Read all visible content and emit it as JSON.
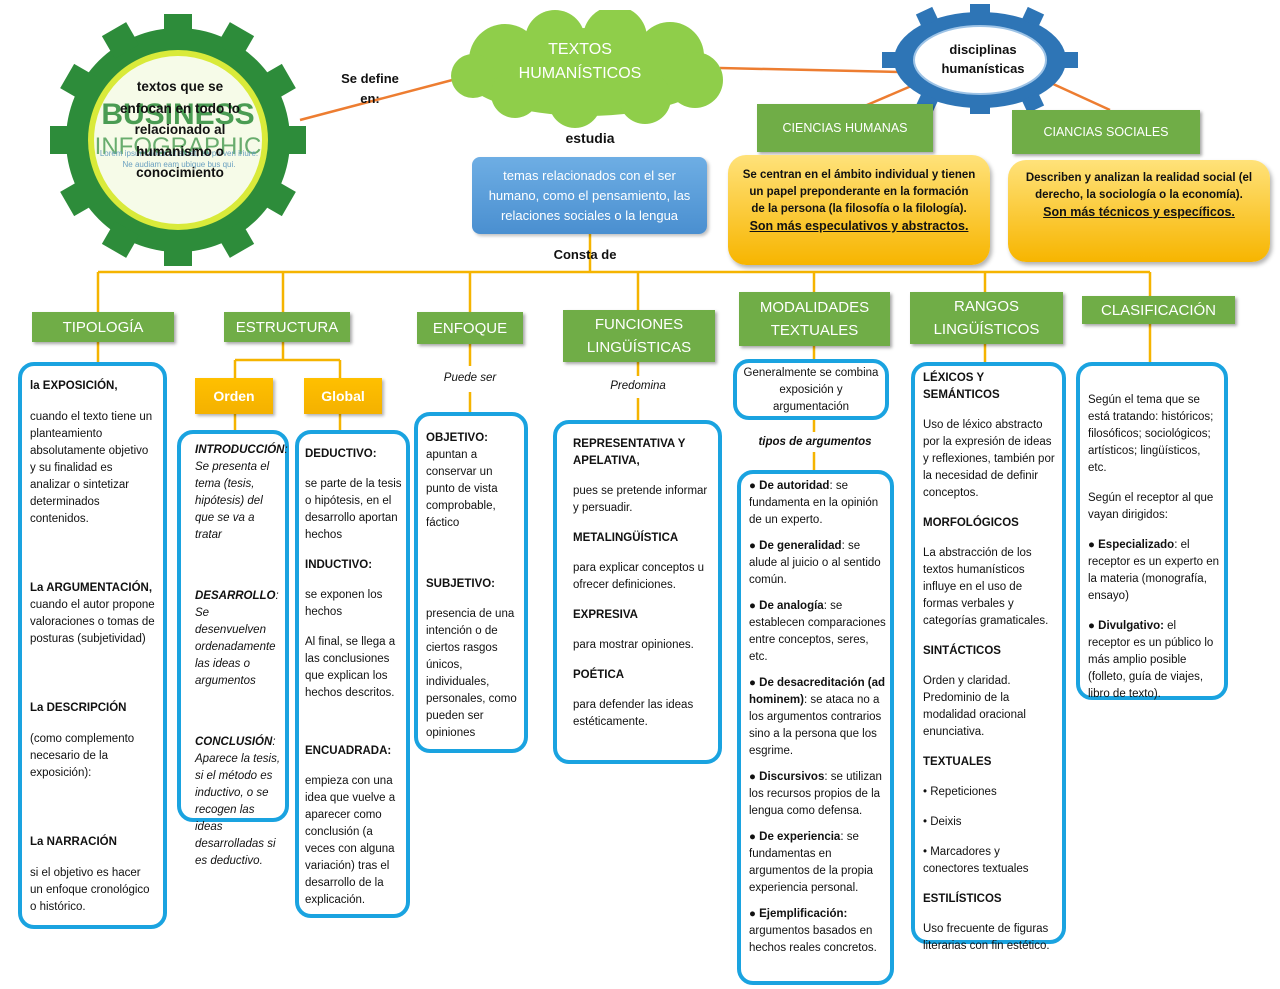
{
  "center": {
    "title": "TEXTOS HUMANÍSTICOS"
  },
  "links": {
    "se_define": "Se define en:",
    "estudia": "estudia",
    "consta_de": "Consta de",
    "puede_ser": "Puede ser",
    "predomina": "Predomina",
    "tipos_argumentos": "tipos de argumentos"
  },
  "definition": "textos que se enfocan en todo lo relacionado al humanismo o conocimiento",
  "logo": {
    "line1": "BUSINESS",
    "line2": "INFOGRAPHIC",
    "lorem": "Lorem ipsum dolor sit amet, ea pri veri iriure. Ne audiam eam ubique bus qui."
  },
  "studies": "temas relacionados con el ser humano, como el pensamiento, las relaciones sociales o la lengua",
  "disciplines": {
    "title": "disciplinas humanísticas",
    "humanas": {
      "label": "CIENCIAS HUMANAS",
      "text": "Se centran en el ámbito individual y tienen un papel preponderante en la formación de la persona (la filosofía o la filología).",
      "emph": "Son más especulativos y abstractos."
    },
    "sociales": {
      "label": "CIANCIAS SOCIALES",
      "text": "Describen y analizan la realidad social (el derecho, la sociología o la economía).",
      "emph": "Son más técnicos y específicos."
    }
  },
  "headers": {
    "tipologia": "TIPOLOGÍA",
    "estructura": "ESTRUCTURA",
    "enfoque": "ENFOQUE",
    "funciones": "FUNCIONES LINGÜÍSTICAS",
    "modalidades": "MODALIDADES TEXTUALES",
    "rangos": "RANGOS LINGÜÍSTICOS",
    "clasificacion": "CLASIFICACIÓN"
  },
  "tipologia": [
    {
      "title": "la EXPOSICIÓN,",
      "text": "cuando el texto tiene un planteamiento absolutamente objetivo y su finalidad es analizar o sintetizar determinados contenidos."
    },
    {
      "title": "La ARGUMENTACIÓN,",
      "text": "cuando el autor propone valoraciones o tomas de posturas (subjetividad)"
    },
    {
      "title": "La DESCRIPCIÓN",
      "text": "(como complemento necesario de la exposición):"
    },
    {
      "title": "La NARRACIÓN",
      "text": "si el objetivo es hacer un enfoque cronológico o histórico."
    }
  ],
  "estructura": {
    "orden_label": "Orden",
    "global_label": "Global",
    "orden": [
      {
        "title": "INTRODUCCIÓN",
        "text": ": Se presenta el tema (tesis, hipótesis) del que se va a tratar"
      },
      {
        "title": "DESARROLLO",
        "text": ": Se desenvuelven ordenadamente las ideas o argumentos"
      },
      {
        "title": "CONCLUSIÓN",
        "text": ": Aparece la tesis, si el método es inductivo, o se recogen las ideas desarrolladas si es deductivo."
      }
    ],
    "global": [
      {
        "title": "DEDUCTIVO:",
        "text": "se parte de la tesis o hipótesis, en el desarrollo aportan hechos"
      },
      {
        "title": "INDUCTIVO:",
        "text": "se exponen los hechos"
      },
      {
        "title": "",
        "text": "Al final, se llega a las conclusiones que explican los hechos descritos."
      },
      {
        "title": "ENCUADRADA:",
        "text": "empieza con una idea que vuelve a aparecer como conclusión (a veces con alguna variación) tras el desarrollo de la explicación."
      }
    ]
  },
  "enfoque": [
    {
      "title": "OBJETIVO:",
      "text": "apuntan a conservar un punto de vista comprobable, fáctico"
    },
    {
      "title": "SUBJETIVO:",
      "text": "presencia de una intención o de ciertos rasgos únicos, individuales, personales, como pueden ser opiniones"
    }
  ],
  "funciones": [
    {
      "title": "REPRESENTATIVA Y APELATIVA,",
      "text": "pues se pretende informar y persuadir."
    },
    {
      "title": "METALINGÜÍSTICA",
      "text": "para explicar conceptos u ofrecer definiciones."
    },
    {
      "title": "EXPRESIVA",
      "text": "para mostrar opiniones."
    },
    {
      "title": "POÉTICA",
      "text": "para defender las ideas estéticamente."
    }
  ],
  "modalidades": {
    "intro": "Generalmente se combina exposición y argumentación",
    "items": [
      {
        "title": "● De autoridad",
        "text": ": se fundamenta en la opinión de un experto."
      },
      {
        "title": "● De generalidad",
        "text": ": se alude al juicio o al sentido común."
      },
      {
        "title": "● De analogía",
        "text": ": se establecen comparaciones entre conceptos, seres, etc."
      },
      {
        "title": "● De desacreditación (ad hominem)",
        "text": ": se ataca no a los argumentos contrarios sino a la persona que los esgrime."
      },
      {
        "title": "● Discursivos",
        "text": ": se utilizan los recursos propios de la lengua como defensa."
      },
      {
        "title": "● De experiencia",
        "text": ": se fundamentas en argumentos de la propia experiencia personal."
      },
      {
        "title": "● Ejemplificación:",
        "text": " argumentos basados en hechos reales concretos."
      }
    ]
  },
  "rangos": [
    {
      "title": "LÉXICOS Y SEMÁNTICOS",
      "text": "Uso de léxico abstracto por la expresión de ideas y reflexiones, también por la necesidad de definir conceptos."
    },
    {
      "title": "MORFOLÓGICOS",
      "text": "La abstracción de los textos humanísticos influye en el uso de formas verbales y categorías gramaticales."
    },
    {
      "title": "SINTÁCTICOS",
      "text": "Orden y claridad. Predominio de la modalidad oracional enunciativa."
    },
    {
      "title": "TEXTUALES",
      "text": "• Repeticiones"
    },
    {
      "title": "",
      "text": "• Deixis"
    },
    {
      "title": "",
      "text": "• Marcadores y conectores textuales"
    },
    {
      "title": "ESTILÍSTICOS",
      "text": "Uso frecuente de figuras literarias con fin estético."
    }
  ],
  "clasificacion": [
    {
      "title": "",
      "text": "Según el tema que se está tratando: históricos; filosóficos; sociológicos; artísticos; lingüísticos, etc."
    },
    {
      "title": "",
      "text": "Según el receptor al que vayan dirigidos:"
    },
    {
      "title": "● Especializado",
      "text": ": el receptor es un experto en la materia (monografía, ensayo)"
    },
    {
      "title": "● Divulgativo:",
      "text": " el receptor es un público lo más amplio posible (folleto, guía de viajes, libro de texto)."
    }
  ],
  "colors": {
    "green": "#70ad47",
    "blue_border": "#1aa3e0",
    "orange": "#ffc000",
    "connector": "#f5b400",
    "red_line": "#ed7d31",
    "cloud": "#8fce4a",
    "study_box": "#5b9bd5"
  }
}
